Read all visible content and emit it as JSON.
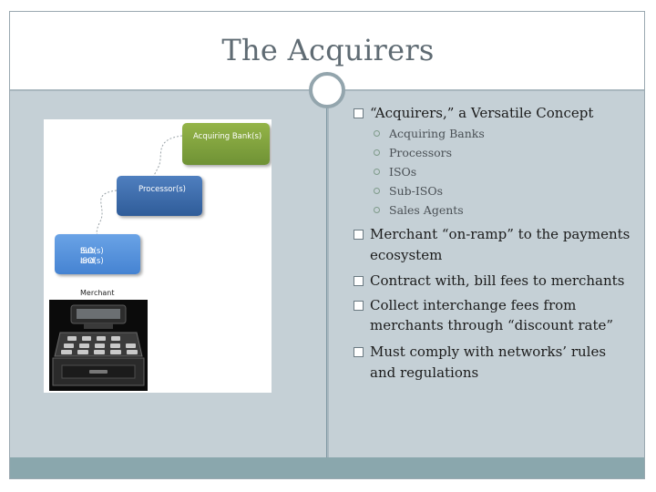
{
  "slide": {
    "title": "The Acquirers"
  },
  "diagram": {
    "acquiring_bank_label": "Acquiring Bank(s)",
    "processor_label": "Processor(s)",
    "iso_label_line1": "ISO(s) and",
    "iso_label_line2": "Sub ISO(s)",
    "merchant_label": "Merchant"
  },
  "bullets": [
    {
      "lines": [
        "“Acquirers,” a Versatile Concept"
      ]
    },
    {
      "lines": [
        "Merchant “on-ramp” to the payments",
        "ecosystem"
      ]
    },
    {
      "lines": [
        "Contract with, bill fees to merchants"
      ]
    },
    {
      "lines": [
        "Collect interchange fees from",
        "merchants through “discount rate”"
      ]
    },
    {
      "lines": [
        "Must comply with networks’ rules",
        "and regulations"
      ]
    }
  ],
  "sub_bullets": [
    "Acquiring Banks",
    "Processors",
    "ISOs",
    "Sub-ISOs",
    "Sales Agents"
  ],
  "colors": {
    "content_bg": "#c5d0d6",
    "bottom_band": "#8aa7ad",
    "acquiring_bank_box": "#7fa13b",
    "processor_box": "#3a6aa8",
    "iso_box": "#5591dc"
  }
}
